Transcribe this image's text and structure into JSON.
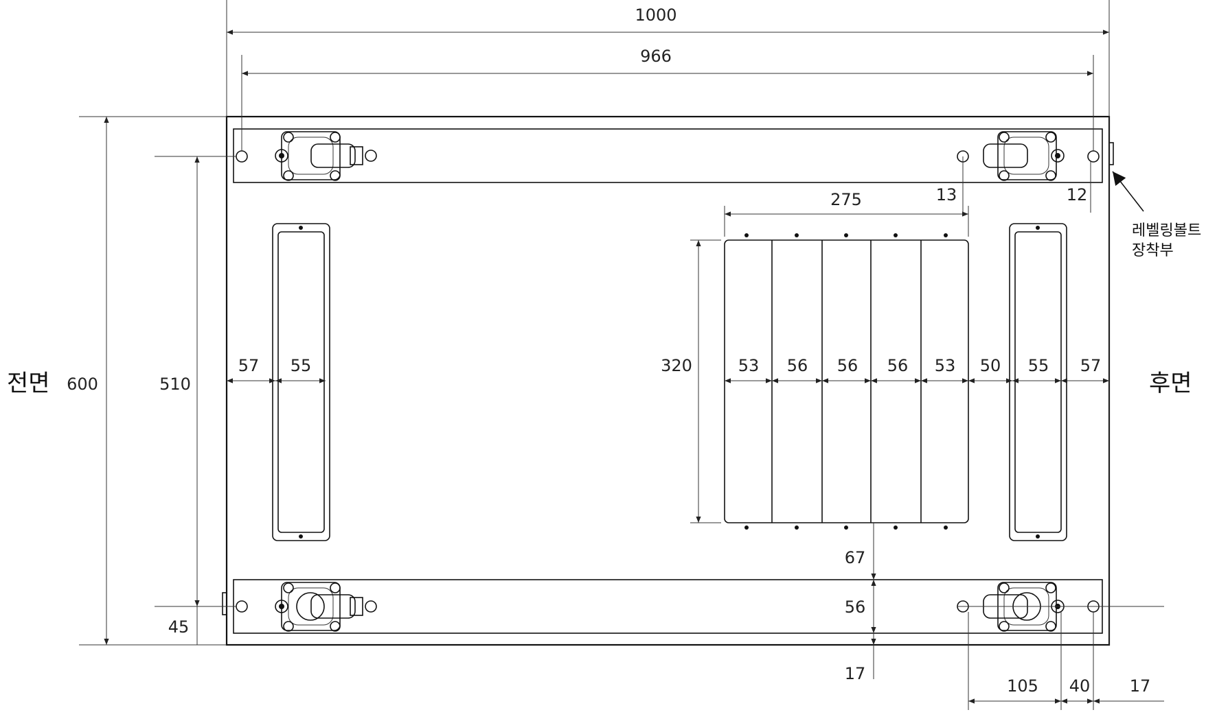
{
  "labels": {
    "front": "전면",
    "rear": "후면",
    "leveling_line1": "레벨링볼트",
    "leveling_line2": "장착부"
  },
  "dimensions": {
    "overall_width": "1000",
    "hole_span": "966",
    "overall_height": "600",
    "caster_span": "510",
    "bottom_offset": "45",
    "fan_width": "275",
    "hole_offset_13": "13",
    "hole_offset_12": "12",
    "fan_height": "320",
    "left_margin": "57",
    "left_handle": "55",
    "fan_1": "53",
    "fan_2": "56",
    "fan_3": "56",
    "fan_4": "56",
    "fan_5": "53",
    "gap_50": "50",
    "right_handle": "55",
    "right_margin": "57",
    "gap_67": "67",
    "rail_56": "56",
    "bottom_17": "17",
    "bottom_105": "105",
    "bottom_40": "40",
    "bottom_17b": "17"
  },
  "colors": {
    "ink": "#111111",
    "background": "#ffffff"
  }
}
